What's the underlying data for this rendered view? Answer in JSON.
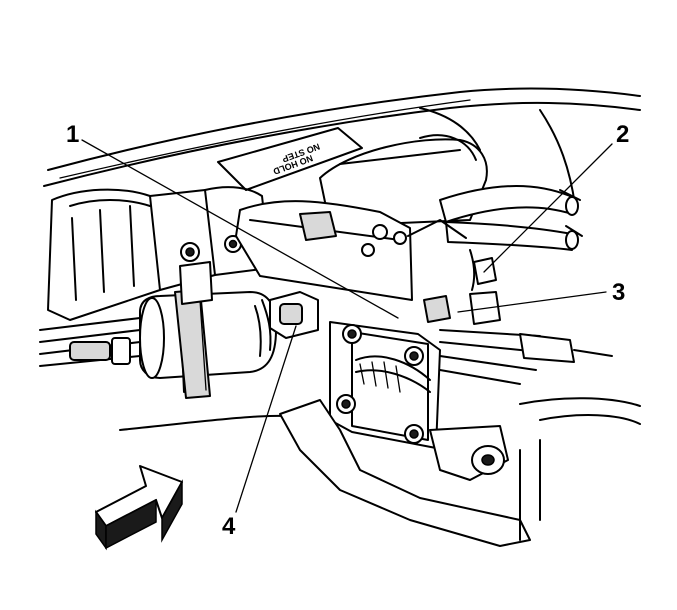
{
  "callouts": [
    {
      "id": "1",
      "label": "1"
    },
    {
      "id": "2",
      "label": "2"
    },
    {
      "id": "3",
      "label": "3"
    },
    {
      "id": "4",
      "label": "4"
    }
  ],
  "plate": {
    "line1": "NO STEP",
    "line2": "NO HOLD"
  },
  "arrow": {
    "icon": "direction-arrow-icon"
  }
}
